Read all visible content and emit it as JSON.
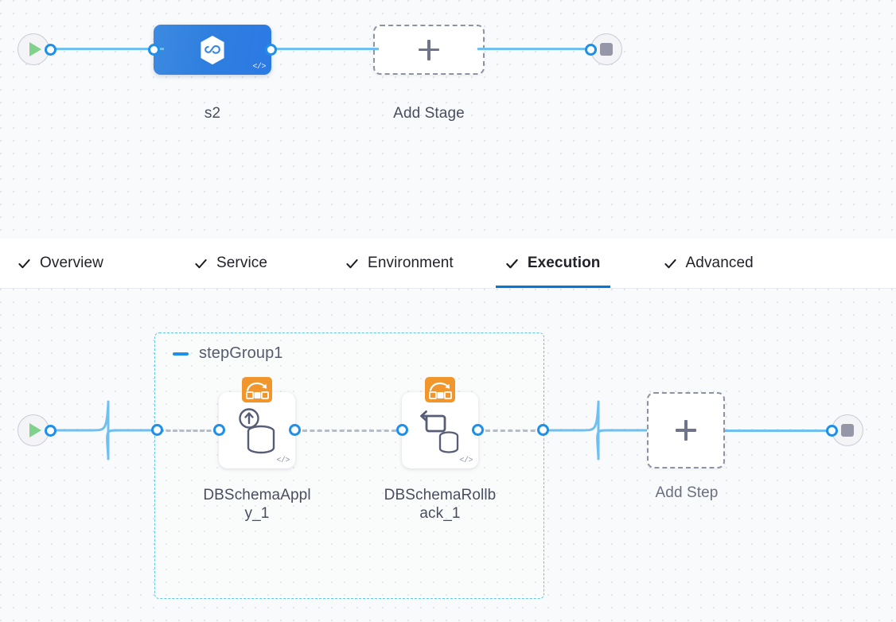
{
  "app": {
    "kind": "pipeline-studio-graph"
  },
  "stage_canvas": {
    "start_node": {
      "icon": "play-icon",
      "name": "pipeline-start"
    },
    "stage": {
      "label": "s2",
      "icon": "harness-hexagon-icon",
      "code_badge": "</>"
    },
    "add_stage": {
      "label": "Add Stage",
      "icon": "plus-icon"
    },
    "end_node": {
      "icon": "stop-square-icon",
      "name": "pipeline-end"
    }
  },
  "tabs": {
    "items": [
      {
        "label": "Overview",
        "icon": "check-icon",
        "active": false
      },
      {
        "label": "Service",
        "icon": "check-icon",
        "active": false
      },
      {
        "label": "Environment",
        "icon": "check-icon",
        "active": false
      },
      {
        "label": "Execution",
        "icon": "check-icon",
        "active": true
      },
      {
        "label": "Advanced",
        "icon": "check-icon",
        "active": false
      }
    ],
    "active_index": 3,
    "active_underline_color": "#0278d5"
  },
  "execution_canvas": {
    "start_node": {
      "icon": "play-icon",
      "name": "execution-start"
    },
    "step_group": {
      "title": "stepGroup1",
      "collapse_icon": "minus-icon",
      "border_color": "#5ec8e8",
      "steps": [
        {
          "label": "DBSchemaApply_1",
          "label_line_1": "DBSchemaAppl",
          "label_line_2": "y_1",
          "icon": "database-apply-icon",
          "badge": "rolling-deployment-icon",
          "code_badge": "</>"
        },
        {
          "label": "DBSchemaRollback_1",
          "label_line_1": "DBSchemaRollb",
          "label_line_2": "ack_1",
          "icon": "database-rollback-icon",
          "badge": "rolling-deployment-icon",
          "code_badge": "</>"
        }
      ]
    },
    "add_step": {
      "label": "Add Step",
      "icon": "plus-icon"
    },
    "end_node": {
      "icon": "stop-square-icon",
      "name": "execution-end"
    }
  },
  "colors": {
    "link": "#6fc0ef",
    "port": "#1f90ea",
    "stage_fill": "#2f7fe0",
    "badge_orange": "#f0962c",
    "canvas_bg": "#f9fafb",
    "dot": "#e2e4ea"
  }
}
